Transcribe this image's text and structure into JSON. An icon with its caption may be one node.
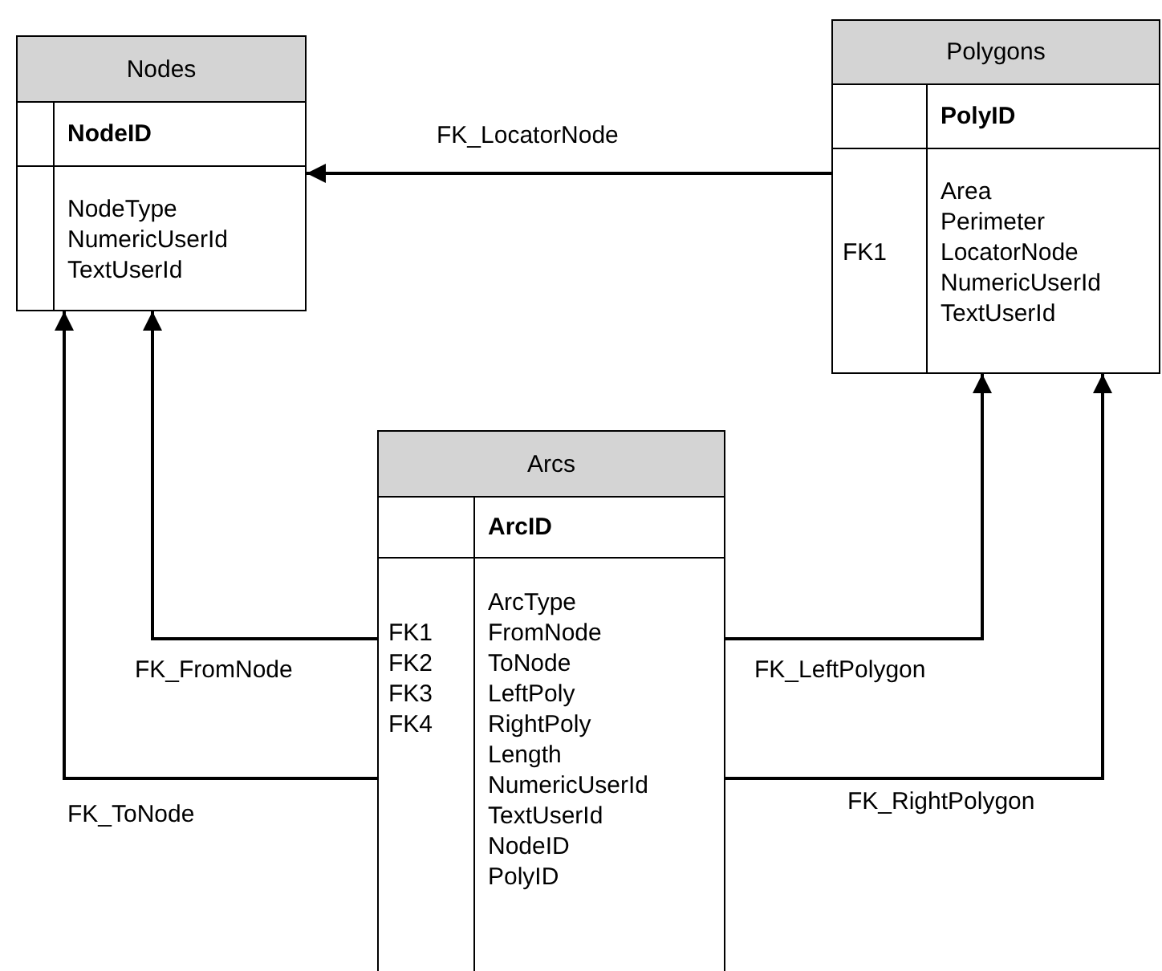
{
  "diagram": {
    "nodes": [
      {
        "text": [
          "Nodes",
          "NodeID",
          "NodeType NumericUserId TextUserId"
        ]
      },
      {
        "text": [
          "Polygons",
          "PolyID",
          "FK1",
          "Area Perimeter LocatorNode NumericUserId TextUserId"
        ]
      },
      {
        "text": [
          "Arcs",
          "ArcID",
          "FK1 FK2 FK3 FK4",
          "ArcType FromNode ToNode LeftPoly RightPoly Length NumericUserId TextUserId NodeID PolyID"
        ]
      }
    ],
    "edges": [
      {
        "from": 1,
        "to": 0,
        "arrow": "to",
        "label": "FK_LocatorNode"
      },
      {
        "from": 2,
        "to": 0,
        "arrow": "to",
        "label": "FK_FromNode"
      },
      {
        "from": 2,
        "to": 0,
        "arrow": "to",
        "label": "FK_ToNode"
      },
      {
        "from": 2,
        "to": 1,
        "arrow": "to",
        "label": "FK_LeftPolygon"
      },
      {
        "from": 2,
        "to": 1,
        "arrow": "to",
        "label": "FK_RightPolygon"
      }
    ]
  }
}
